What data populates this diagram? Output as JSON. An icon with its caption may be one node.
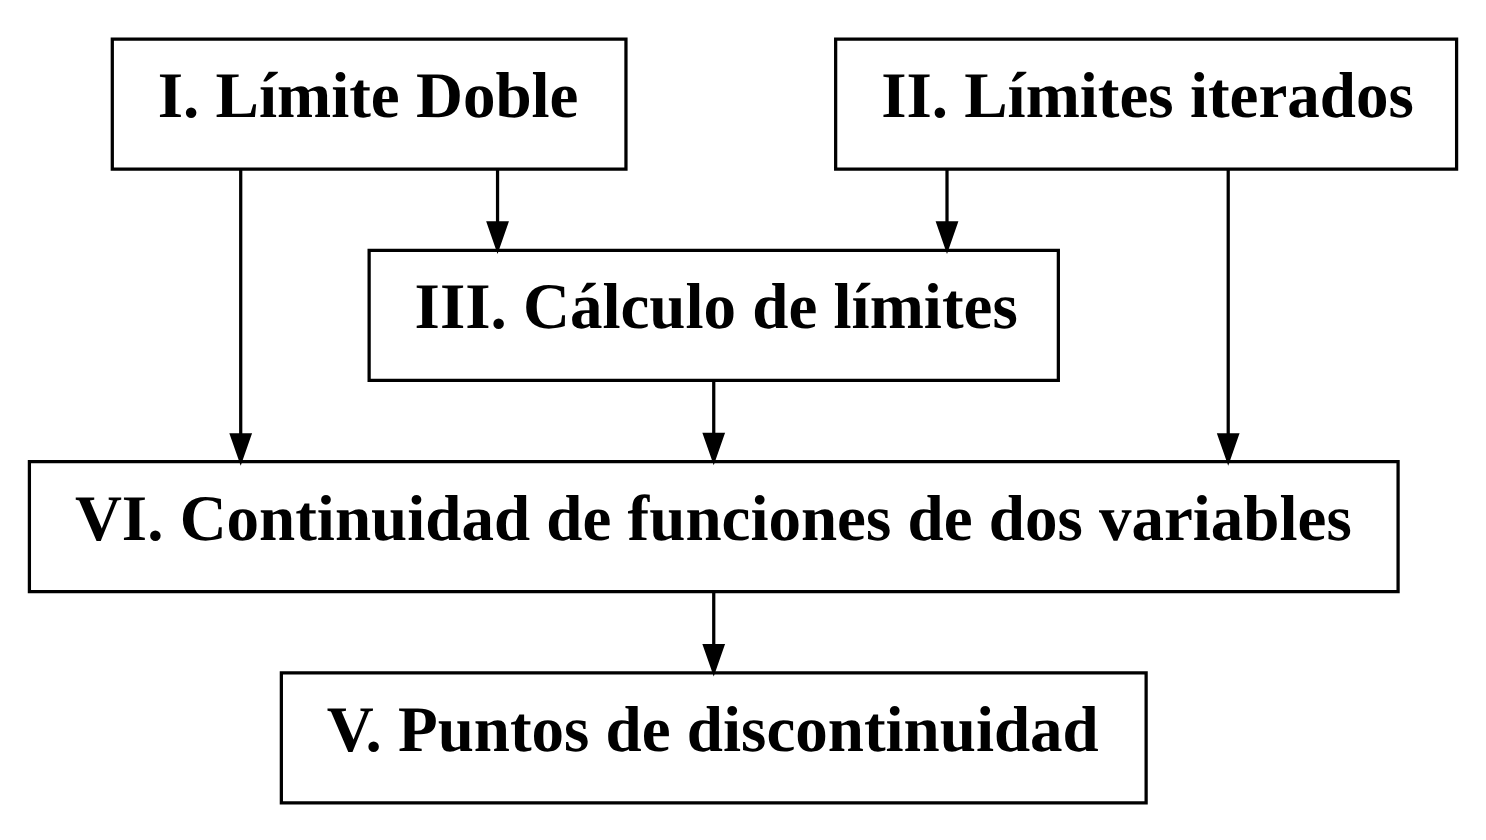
{
  "diagram": {
    "nodes": [
      {
        "text": [
          "I. Límite Doble"
        ]
      },
      {
        "text": [
          "II. Límites iterados"
        ]
      },
      {
        "text": [
          "III. Cálculo de límites"
        ]
      },
      {
        "text": [
          "VI. Continuidad de funciones de dos variables"
        ]
      },
      {
        "text": [
          "V. Puntos de discontinuidad"
        ]
      }
    ],
    "edges": [
      {
        "from": 0,
        "to": 2,
        "arrow": "to"
      },
      {
        "from": 1,
        "to": 2,
        "arrow": "to"
      },
      {
        "from": 0,
        "to": 3,
        "arrow": "to"
      },
      {
        "from": 2,
        "to": 3,
        "arrow": "to"
      },
      {
        "from": 1,
        "to": 3,
        "arrow": "to"
      },
      {
        "from": 3,
        "to": 4,
        "arrow": "to"
      }
    ]
  }
}
